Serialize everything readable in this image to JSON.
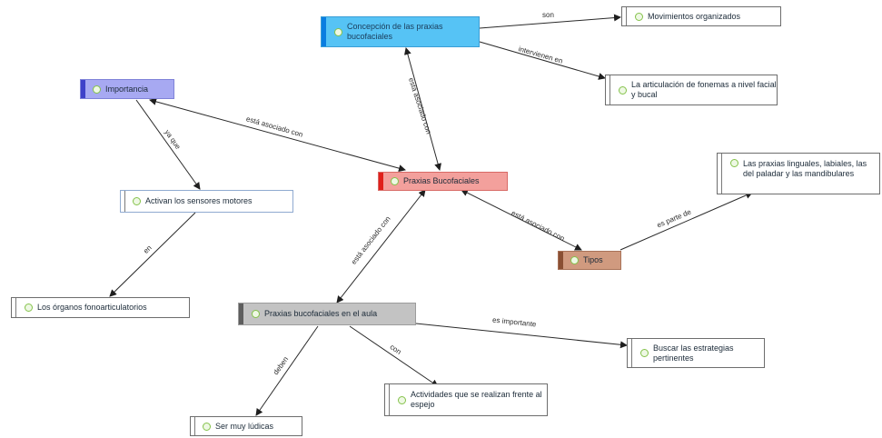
{
  "colors": {
    "concepcion": "#56c3f5",
    "importancia": "#a7a9f2",
    "praxias": "#f3a09c",
    "tipos": "#d09a7f",
    "aula": "#c3c3c3",
    "icon": "#84c24a"
  },
  "nodes": {
    "concepcion": "Concepción de las praxias bucofaciales",
    "movimientos": "Movimientos organizados",
    "articulacion": "La articulación de fonemas a nivel facial y bucal",
    "importancia": "Importancia",
    "praxias": "Praxias Bucofaciales",
    "activan": "Activan los sensores motores",
    "organos": "Los órganos fonoarticulatorios",
    "tipos": "Tipos",
    "lenguales": "Las praxias linguales, labiales, las del paladar y las mandibulares",
    "aula": "Praxias bucofaciales en el aula",
    "buscar": "Buscar las estrategias pertinentes",
    "actividades": "Actividades que se realizan frente al espejo",
    "ludicas": "Ser muy lúdicas"
  },
  "edges": {
    "son": "son",
    "intervienen": "intervienen en",
    "asociado_concepcion": "está asociado con",
    "asociado_importancia": "está asociado con",
    "ya_que": "ya que",
    "en": "en",
    "asociado_tipos": "está asociado con",
    "es_parte": "es parte de",
    "asociado_aula": "está asociado con",
    "es_importante": "es importante",
    "con": "con",
    "deben": "deben"
  }
}
